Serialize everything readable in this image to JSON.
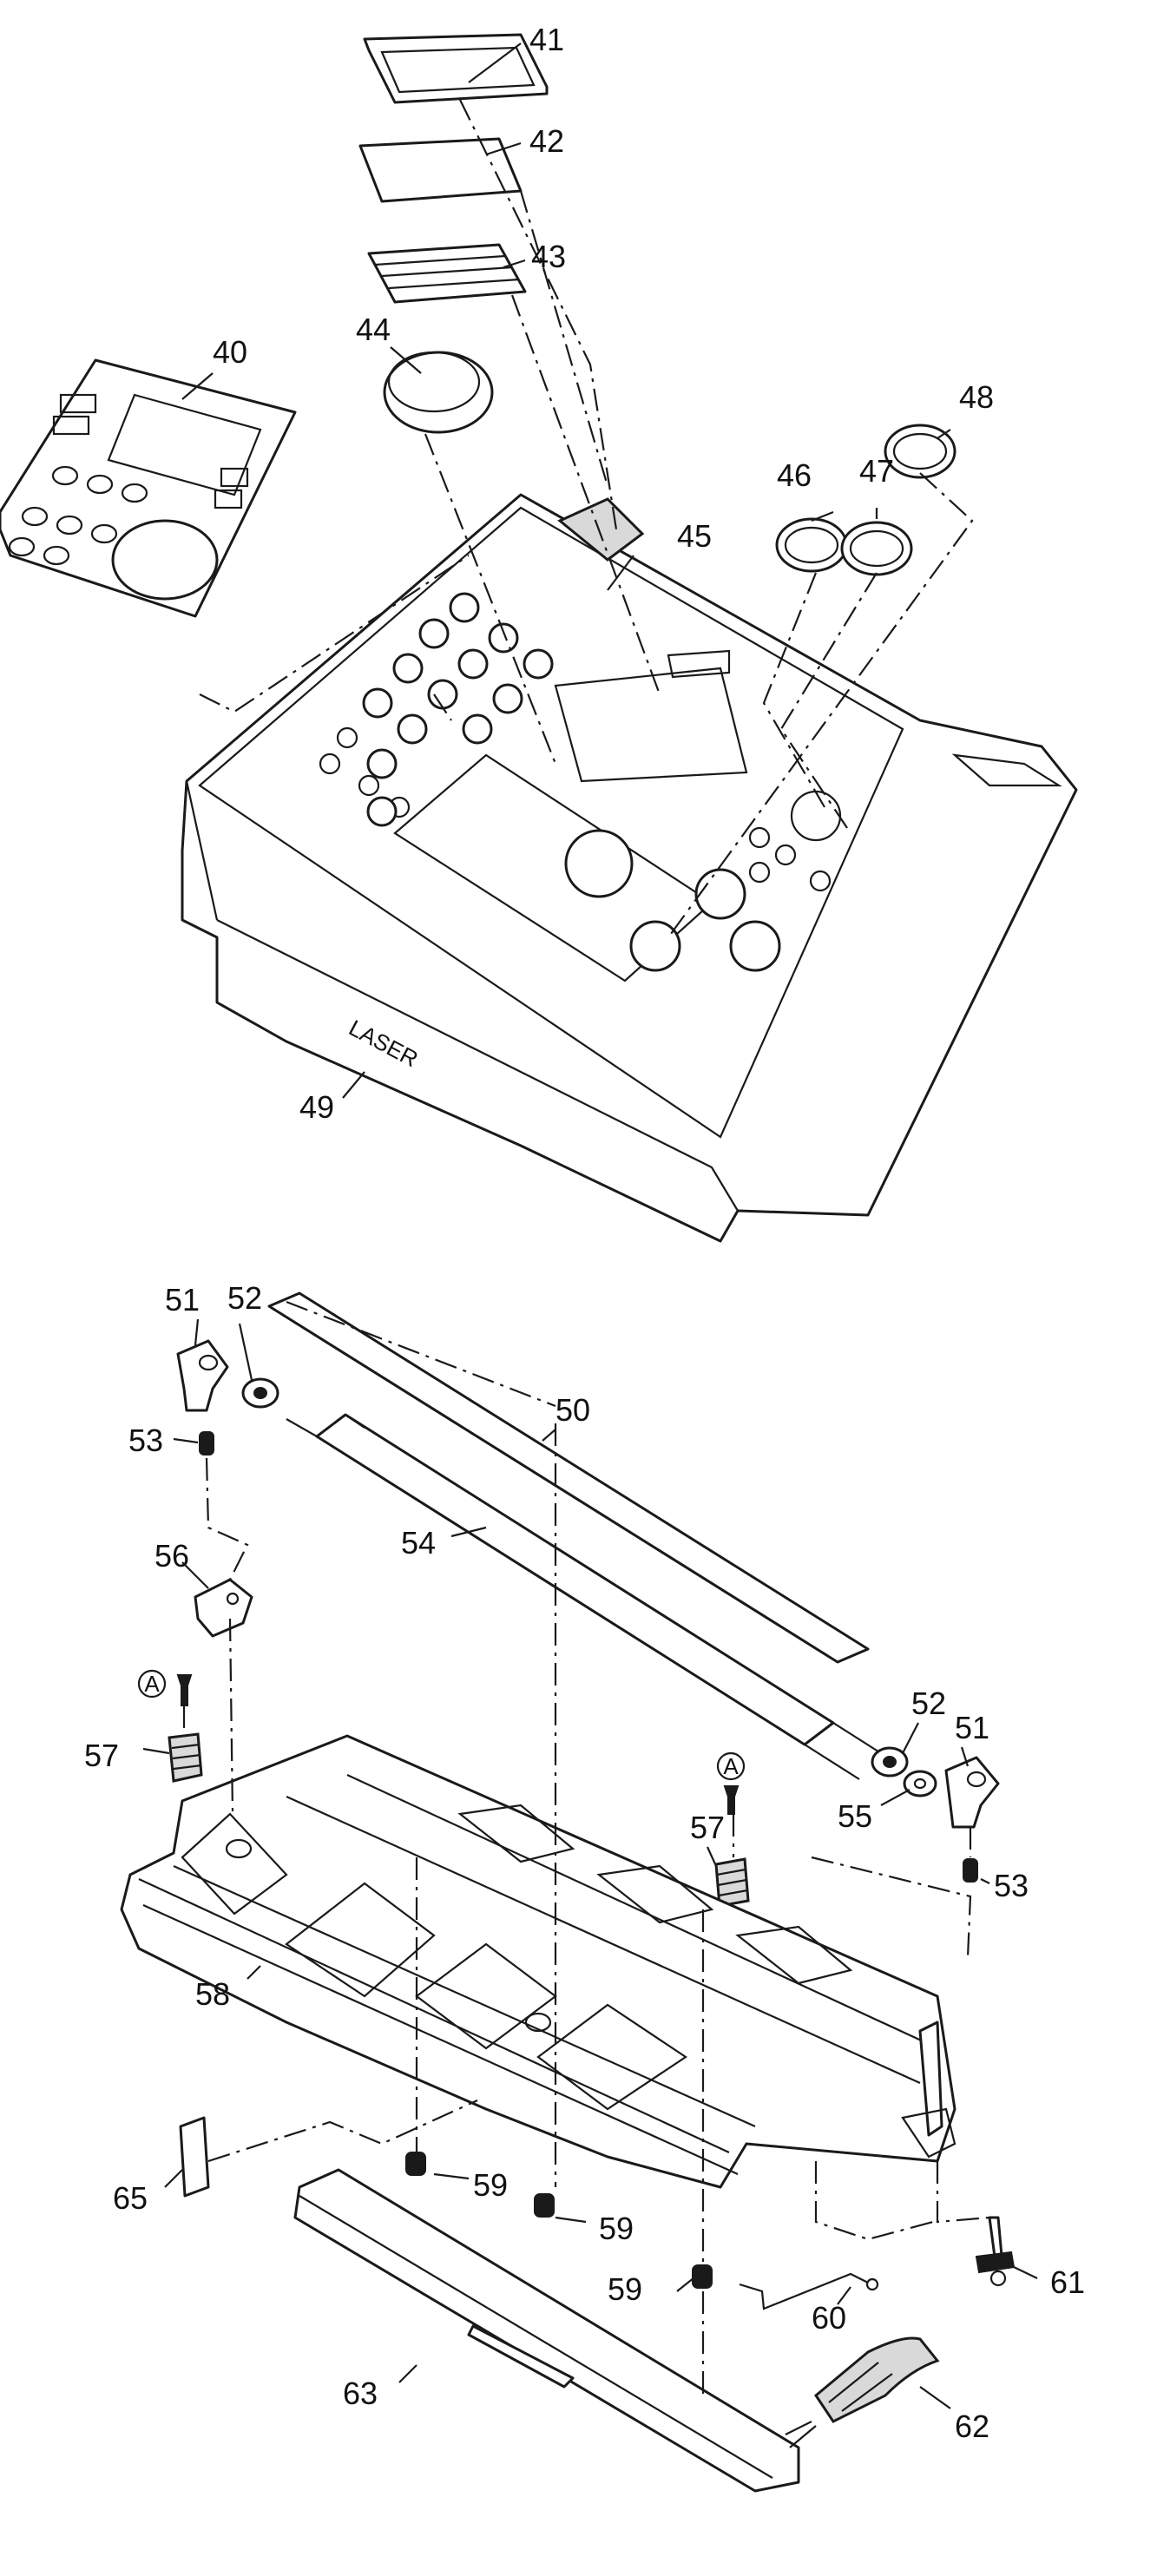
{
  "diagram": {
    "callouts": {
      "n40": "40",
      "n41": "41",
      "n42": "42",
      "n43": "43",
      "n44": "44",
      "n45": "45",
      "n46": "46",
      "n47": "47",
      "n48": "48",
      "n49": "49",
      "n50": "50",
      "n51a": "51",
      "n51b": "51",
      "n52a": "52",
      "n52b": "52",
      "n53a": "53",
      "n53b": "53",
      "n54": "54",
      "n55": "55",
      "n56": "56",
      "n57a": "57",
      "n57b": "57",
      "n58": "58",
      "n59a": "59",
      "n59b": "59",
      "n59c": "59",
      "n60": "60",
      "n61": "61",
      "n62": "62",
      "n63": "63",
      "n65": "65"
    },
    "screw_marks": {
      "a1": "A",
      "a2": "A"
    },
    "brand_text": "LASER"
  }
}
